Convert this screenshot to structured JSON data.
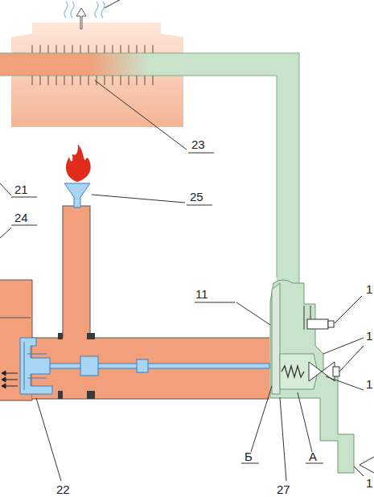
{
  "diagram": {
    "labels": [
      "23",
      "21",
      "24",
      "25",
      "11",
      "22",
      "Б",
      "А",
      "27",
      "1",
      "1",
      "1",
      "1"
    ]
  }
}
